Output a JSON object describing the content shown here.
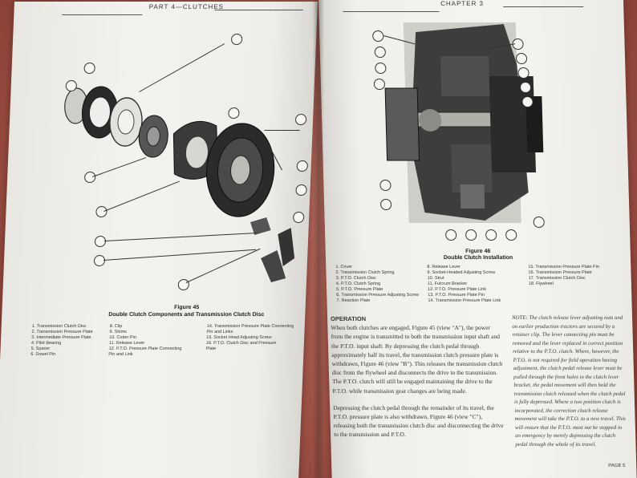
{
  "left_page": {
    "header": "PART 4—CLUTCHES",
    "figure_caption_1": "Figure 45",
    "figure_caption_2": "Double Clutch Components and Transmission Clutch Disc",
    "legend_col1": [
      "1. Transmission Clutch Disc",
      "2. Transmission Pressure Plate",
      "3. Intermediate Pressure Plate",
      "4. Pilot Bearing",
      "5. Spacer",
      "6. Dowel Pin"
    ],
    "legend_col2": [
      "8. Clip",
      "9. Shims",
      "10. Cotter Pin",
      "11. Release Lever",
      "12. P.T.O. Pressure Plate Connecting",
      "    Pin and Link"
    ],
    "legend_col3": [
      "14. Transmission Pressure Plate Connecting",
      "     Pin and Links",
      "15. Socket Head Adjusting Screw",
      "16. P.T.O. Clutch Disc and Pressure",
      "     Plate"
    ]
  },
  "right_page": {
    "header": "CHAPTER 3",
    "figure_caption_1": "Figure 46",
    "figure_caption_2": "Double Clutch Installation",
    "legend_col1": [
      "1. Cover",
      "2. Transmission Clutch Spring",
      "3. P.T.O. Clutch Disc",
      "4. P.T.O. Clutch Spring",
      "5. P.T.O. Pressure Plate",
      "6. Transmission Pressure Adjusting Screw",
      "7. Reaction Plate"
    ],
    "legend_col2": [
      "8. Release Lever",
      "9. Socket-Headed Adjusting Screw",
      "10. Strut",
      "11. Fulcrum Bracket",
      "12. P.T.O. Pressure Plate Link",
      "13. P.T.O. Pressure Plate Pin",
      "14. Transmission Pressure Plate Link"
    ],
    "legend_col3": [
      "15. Transmission Pressure Plate Pin",
      "16. Transmission Pressure Plate",
      "17. Transmission Clutch Disc",
      "18. Flywheel"
    ],
    "section_heading": "OPERATION",
    "body_paragraph_1": "When both clutches are engaged, Figure 45 (view \"A\"), the power from the engine is transmitted to both the transmission input shaft and the P.T.O. input shaft. By depressing the clutch pedal through approximately half its travel, the transmission clutch pressure plate is withdrawn, Figure 46 (view \"B\"). This releases the transmission clutch disc from the flywheel and disconnects the drive to the transmission. The P.T.O. clutch will still be engaged maintaining the drive to the P.T.O. while transmission gear changes are being made.",
    "body_paragraph_2": "Depressing the clutch pedal through the remainder of its travel, the P.T.O. pressure plate is also withdrawn, Figure 46 (view \"C\"), releasing both the transmission clutch disc and disconnecting the drive to the transmission and P.T.O.",
    "note_paragraph": "NOTE: The clutch release lever adjusting nuts and on earlier production tractors are secured by a retainer clip. The lever connecting pin must be removed and the lever replaced in correct position relative to the P.T.O. clutch. Where, however, the P.T.O. is not required for field operation having adjustment, the clutch pedal release lever must be pulled through the front holes in the clutch lever bracket, the pedal movement will then hold the transmission clutch released when the clutch pedal is fully depressed. Where a two position clutch is incorporated, the correction clutch release movement will take the P.T.O. to a new travel. This will ensure that the P.T.O. must not be stopped in an emergency by merely depressing the clutch pedal through the whole of its travel.",
    "page_number": "PAGE 5"
  }
}
